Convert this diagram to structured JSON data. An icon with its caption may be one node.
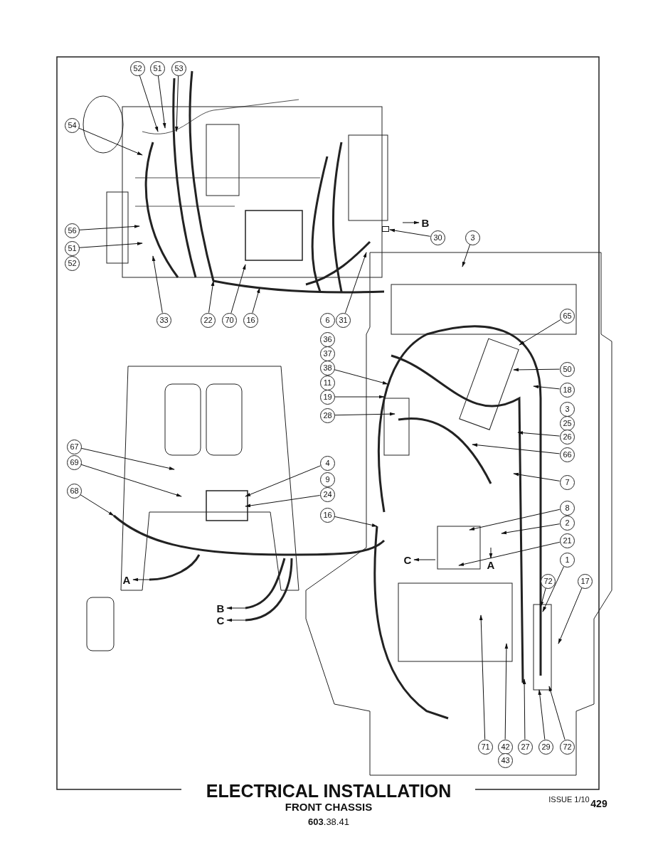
{
  "diagram": {
    "title": "ELECTRICAL INSTALLATION",
    "nodes": [
      {
        "text": [
          "52"
        ]
      },
      {
        "text": [
          "51"
        ]
      },
      {
        "text": [
          "53"
        ]
      },
      {
        "text": [
          "54"
        ]
      },
      {
        "text": [
          "56"
        ]
      },
      {
        "text": [
          "51"
        ]
      },
      {
        "text": [
          "52"
        ]
      },
      {
        "text": [
          "B"
        ]
      },
      {
        "text": [
          "30"
        ]
      },
      {
        "text": [
          "3"
        ]
      },
      {
        "text": [
          "33"
        ]
      },
      {
        "text": [
          "22"
        ]
      },
      {
        "text": [
          "70"
        ]
      },
      {
        "text": [
          "16"
        ]
      },
      {
        "text": [
          "6"
        ]
      },
      {
        "text": [
          "31"
        ]
      },
      {
        "text": [
          "65"
        ]
      },
      {
        "text": [
          "36"
        ]
      },
      {
        "text": [
          "37"
        ]
      },
      {
        "text": [
          "38"
        ]
      },
      {
        "text": [
          "11"
        ]
      },
      {
        "text": [
          "19"
        ]
      },
      {
        "text": [
          "50"
        ]
      },
      {
        "text": [
          "18"
        ]
      },
      {
        "text": [
          "3"
        ]
      },
      {
        "text": [
          "25"
        ]
      },
      {
        "text": [
          "26"
        ]
      },
      {
        "text": [
          "28"
        ]
      },
      {
        "text": [
          "66"
        ]
      },
      {
        "text": [
          "67"
        ]
      },
      {
        "text": [
          "4"
        ]
      },
      {
        "text": [
          "69"
        ]
      },
      {
        "text": [
          "9"
        ]
      },
      {
        "text": [
          "7"
        ]
      },
      {
        "text": [
          "68"
        ]
      },
      {
        "text": [
          "24"
        ]
      },
      {
        "text": [
          "8"
        ]
      },
      {
        "text": [
          "16"
        ]
      },
      {
        "text": [
          "2"
        ]
      },
      {
        "text": [
          "21"
        ]
      },
      {
        "text": [
          "C"
        ]
      },
      {
        "text": [
          "A"
        ]
      },
      {
        "text": [
          "1"
        ]
      },
      {
        "text": [
          "A"
        ]
      },
      {
        "text": [
          "72"
        ]
      },
      {
        "text": [
          "17"
        ]
      },
      {
        "text": [
          "B"
        ]
      },
      {
        "text": [
          "C"
        ]
      },
      {
        "text": [
          "71"
        ]
      },
      {
        "text": [
          "42"
        ]
      },
      {
        "text": [
          "27"
        ]
      },
      {
        "text": [
          "29"
        ]
      },
      {
        "text": [
          "72"
        ]
      },
      {
        "text": [
          "43"
        ]
      },
      {
        "text": [],
        "shape": "box"
      }
    ],
    "edges": [
      {
        "from": 0,
        "to": null,
        "arrow": "to"
      },
      {
        "from": 1,
        "to": null,
        "arrow": "to"
      },
      {
        "from": 2,
        "to": null,
        "arrow": "to"
      },
      {
        "from": 3,
        "to": null,
        "arrow": "to"
      },
      {
        "from": 4,
        "to": null,
        "arrow": "to"
      },
      {
        "from": 5,
        "to": null,
        "arrow": "to"
      },
      {
        "from": null,
        "to": 7,
        "arrow": "to"
      },
      {
        "from": 8,
        "to": 54,
        "arrow": "to"
      },
      {
        "from": 9,
        "to": null,
        "arrow": "to"
      },
      {
        "from": 10,
        "to": null,
        "arrow": "to"
      },
      {
        "from": 11,
        "to": null,
        "arrow": "to"
      },
      {
        "from": 12,
        "to": null,
        "arrow": "to"
      },
      {
        "from": 13,
        "to": null,
        "arrow": "to"
      },
      {
        "from": 15,
        "to": null,
        "arrow": "to"
      },
      {
        "from": 16,
        "to": null,
        "arrow": "to"
      },
      {
        "from": 19,
        "to": null,
        "arrow": "to"
      },
      {
        "from": 21,
        "to": null,
        "arrow": "to"
      },
      {
        "from": 22,
        "to": null,
        "arrow": "to"
      },
      {
        "from": 23,
        "to": null,
        "arrow": "to"
      },
      {
        "from": 26,
        "to": null,
        "arrow": "to"
      },
      {
        "from": 27,
        "to": null,
        "arrow": "to"
      },
      {
        "from": 28,
        "to": null,
        "arrow": "to"
      },
      {
        "from": 29,
        "to": null,
        "arrow": "to"
      },
      {
        "from": 30,
        "to": null,
        "arrow": "to"
      },
      {
        "from": 31,
        "to": null,
        "arrow": "to"
      },
      {
        "from": 33,
        "to": null,
        "arrow": "to"
      },
      {
        "from": 34,
        "to": null,
        "arrow": "to"
      },
      {
        "from": 35,
        "to": null,
        "arrow": "to"
      },
      {
        "from": 36,
        "to": null,
        "arrow": "to"
      },
      {
        "from": 37,
        "to": null,
        "arrow": "to"
      },
      {
        "from": 38,
        "to": null,
        "arrow": "to"
      },
      {
        "from": 39,
        "to": null,
        "arrow": "to"
      },
      {
        "from": null,
        "to": 40,
        "arrow": "to"
      },
      {
        "from": null,
        "to": 41,
        "arrow": "to"
      },
      {
        "from": 42,
        "to": null,
        "arrow": "to"
      },
      {
        "from": null,
        "to": 43,
        "arrow": "to"
      },
      {
        "from": 44,
        "to": null,
        "arrow": "to"
      },
      {
        "from": 45,
        "to": null,
        "arrow": "to"
      },
      {
        "from": null,
        "to": 46,
        "arrow": "to"
      },
      {
        "from": null,
        "to": 47,
        "arrow": "to"
      },
      {
        "from": 48,
        "to": null,
        "arrow": "to"
      },
      {
        "from": 49,
        "to": null,
        "arrow": "to"
      },
      {
        "from": 50,
        "to": null,
        "arrow": "to"
      },
      {
        "from": 51,
        "to": null,
        "arrow": "to"
      },
      {
        "from": 52,
        "to": null,
        "arrow": "to"
      }
    ],
    "labels": [
      "FRONT CHASSIS",
      "ISSUE 1/10",
      "429",
      "**603**.38.41"
    ]
  }
}
